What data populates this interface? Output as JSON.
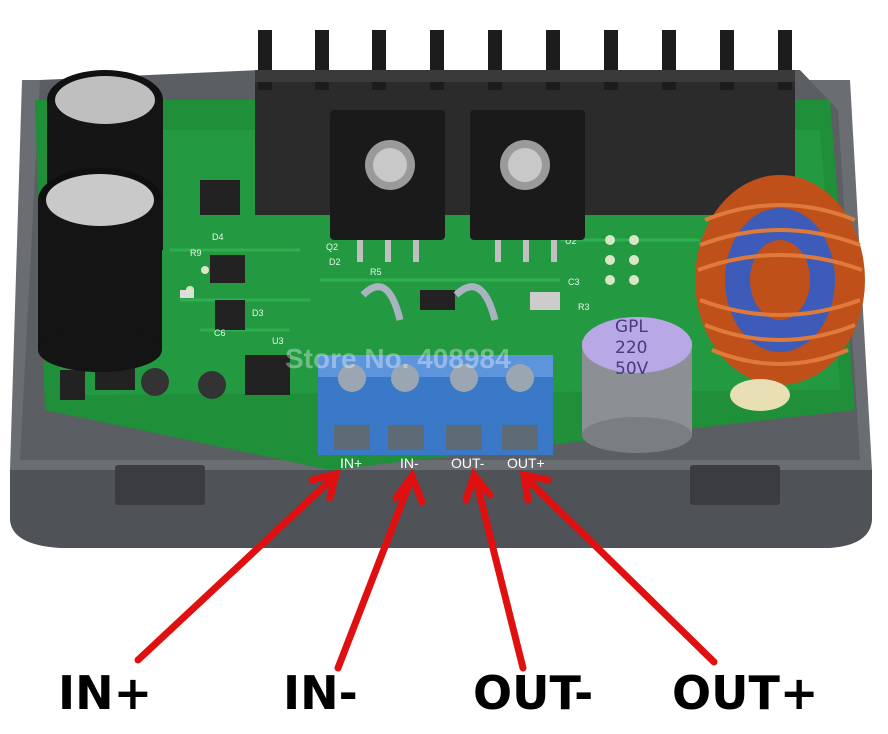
{
  "terminal_labels": [
    "IN+",
    "IN-",
    "OUT-",
    "OUT+"
  ],
  "callouts": [
    "IN+",
    "IN-",
    "OUT-",
    "OUT+"
  ],
  "capacitor_marking": [
    "GPL",
    "220",
    "50V"
  ],
  "watermark": "Store No. 408984",
  "colors": {
    "pcb": "#1f8f3a",
    "case": "#5e6166",
    "terminal_block": "#3a78c8",
    "arrow": "#e01010",
    "heatsink": "#2b2b2b",
    "copper": "#c0501a"
  }
}
